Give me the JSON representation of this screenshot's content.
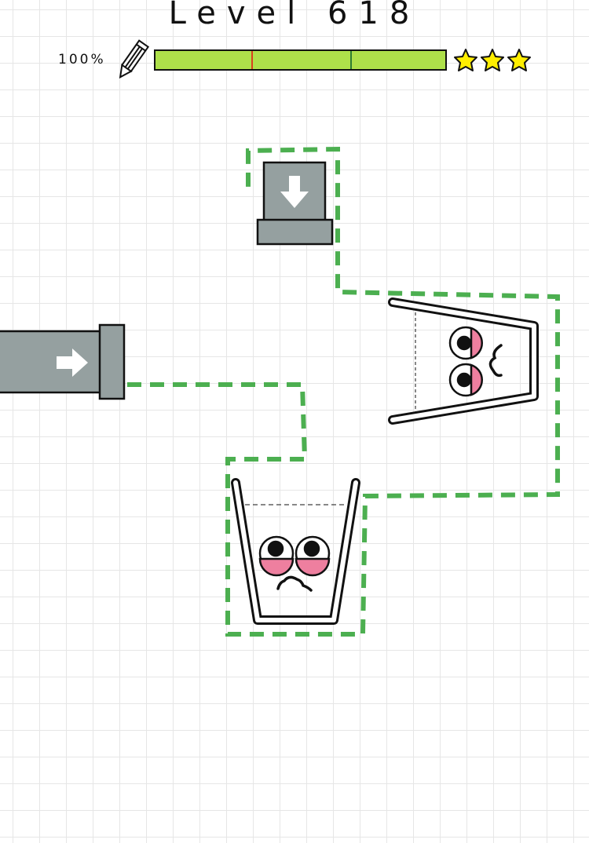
{
  "level": {
    "title": "Level 618"
  },
  "ink": {
    "percent_label": "100%",
    "remaining_fraction": 1.0
  },
  "stars": {
    "count": 3,
    "color": "#ffee00"
  },
  "colors": {
    "bar_fill": "#aee04a",
    "three_star_marker": "#2e7d32",
    "two_star_marker": "#d9411e",
    "dashed_line": "#4caf50",
    "pipe": "#95a0a0",
    "blush": "#ee7f9f"
  }
}
